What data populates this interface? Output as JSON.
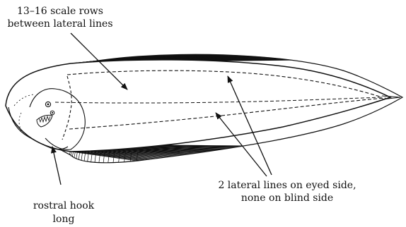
{
  "labels": {
    "scale_rows": {
      "line1": "13–16 scale rows",
      "line2": "between lateral lines"
    },
    "lateral_lines": {
      "line1": "2 lateral lines on eyed side,",
      "line2": "none on blind side"
    },
    "rostral_hook": {
      "line1": "rostral hook",
      "line2": "long"
    }
  },
  "colors": {
    "ink": "#111111",
    "background": "#ffffff"
  }
}
